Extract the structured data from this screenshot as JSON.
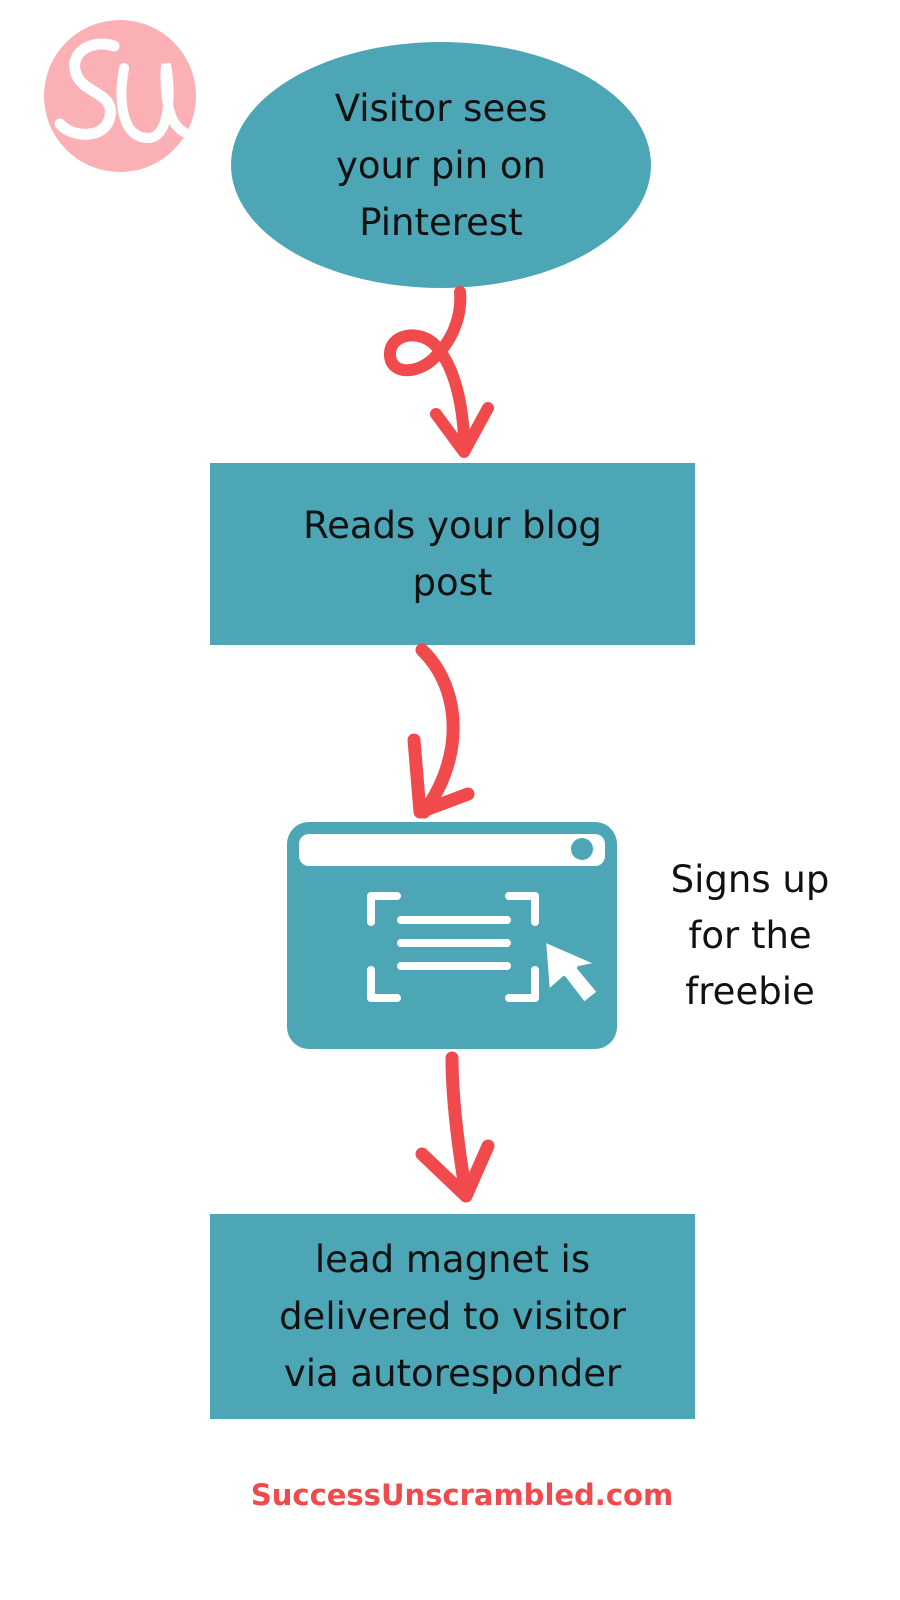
{
  "logo": {
    "letters": "SU",
    "color": "#fbb0b6"
  },
  "steps": {
    "visitor": "Visitor sees\nyour pin on\nPinterest",
    "reads": "Reads your blog\npost",
    "signup": "Signs up\nfor the\nfreebie",
    "delivered": "lead magnet is\ndelivered to visitor\nvia autoresponder"
  },
  "icons": {
    "signup": "browser-form-cursor-icon",
    "arrow": "hand-drawn-arrow-icon"
  },
  "footer": {
    "site": "SuccessUnscrambled.com"
  },
  "colors": {
    "teal": "#4ca6b6",
    "arrow": "#f04a4d",
    "logo": "#fbb0b6",
    "text": "#111111"
  }
}
